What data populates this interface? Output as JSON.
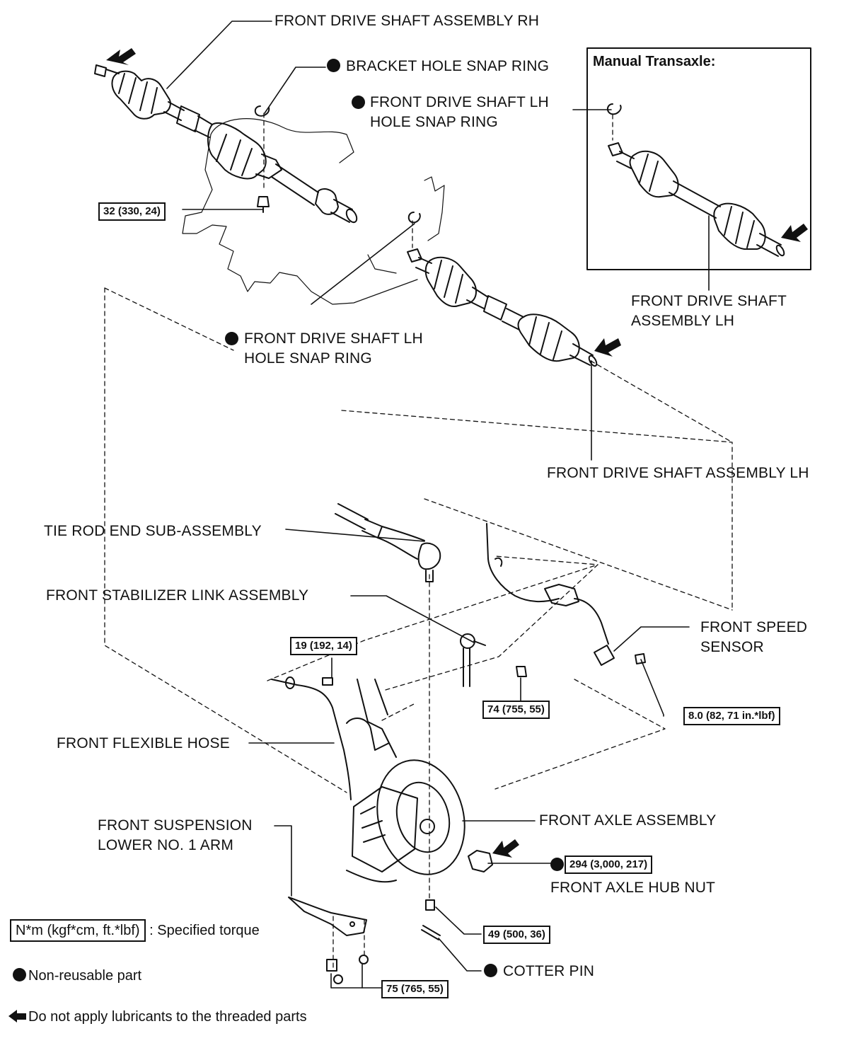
{
  "labels": {
    "front_drive_shaft_rh": "FRONT DRIVE SHAFT ASSEMBLY RH",
    "bracket_hole_snap_ring": "BRACKET HOLE SNAP RING",
    "inset_title": "Manual Transaxle:",
    "inset_snap_ring": "FRONT DRIVE SHAFT LH\nHOLE SNAP RING",
    "inset_shaft_lh": "FRONT DRIVE SHAFT\nASSEMBLY LH",
    "lh_snap_ring": "FRONT DRIVE SHAFT LH\nHOLE SNAP RING",
    "front_drive_shaft_lh": "FRONT DRIVE SHAFT ASSEMBLY LH",
    "tie_rod_end": "TIE ROD END SUB-ASSEMBLY",
    "stabilizer_link": "FRONT STABILIZER LINK ASSEMBLY",
    "speed_sensor": "FRONT SPEED\nSENSOR",
    "flexible_hose": "FRONT FLEXIBLE HOSE",
    "axle_assembly": "FRONT AXLE ASSEMBLY",
    "lower_arm": "FRONT SUSPENSION\nLOWER NO. 1 ARM",
    "axle_hub_nut": "FRONT AXLE HUB NUT",
    "cotter_pin": "COTTER PIN"
  },
  "torques": {
    "bracket_bolt": "32 (330, 24)",
    "caliper_bolt": "19 (192, 14)",
    "stab_nut": "74 (755, 55)",
    "sensor_bolt": "8.0 (82, 71 in.*lbf)",
    "hub_nut": "294 (3,000, 217)",
    "tie_rod_nut": "49 (500, 36)",
    "arm_bolts": "75 (765, 55)"
  },
  "legend": {
    "torque_unit": "N*m (kgf*cm, ft.*lbf)",
    "torque_desc": ": Specified torque",
    "non_reusable": "Non-reusable part",
    "no_lubricant": "Do not apply lubricants to the threaded parts"
  },
  "icons": {
    "non_reusable_marker": "filled-circle",
    "no_lubricant_marker": "left-arrow"
  },
  "colors": {
    "ink": "#111111",
    "background": "#ffffff"
  }
}
